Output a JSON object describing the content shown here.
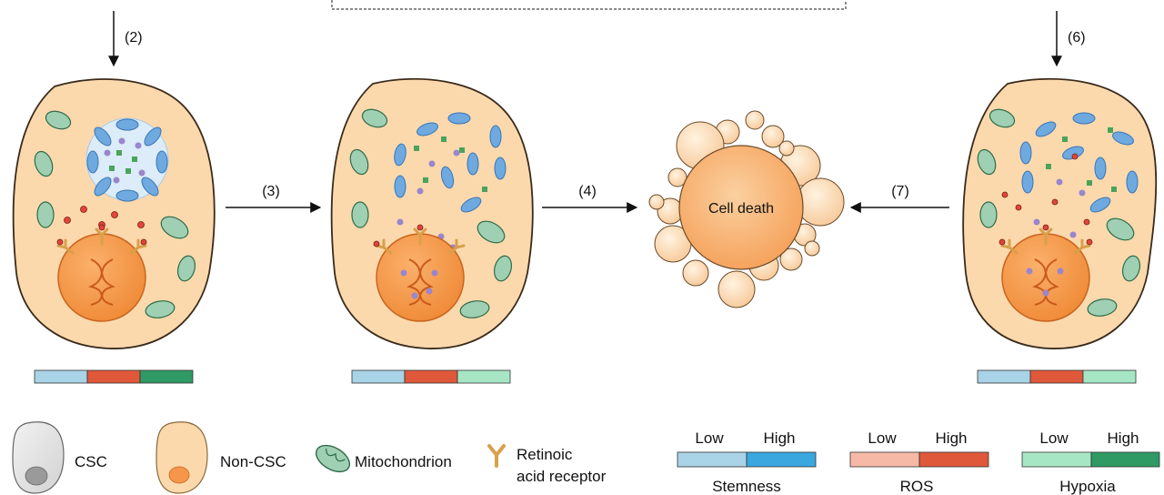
{
  "steps": {
    "s2": "(2)",
    "s3": "(3)",
    "s4": "(4)",
    "s6": "(6)",
    "s7": "(7)"
  },
  "center": {
    "label": "Cell death"
  },
  "legend": {
    "csc": "CSC",
    "non_csc": "Non-CSC",
    "mitochondrion": "Mitochondrion",
    "receptor_line1": "Retinoic",
    "receptor_line2": "acid receptor"
  },
  "scales": [
    {
      "low": "Low",
      "high": "High",
      "name": "Stemness",
      "low_color": "#a9d3e6",
      "high_color": "#3aa7df"
    },
    {
      "low": "Low",
      "high": "High",
      "name": "ROS",
      "low_color": "#f6b9a6",
      "high_color": "#e0583a"
    },
    {
      "low": "Low",
      "high": "High",
      "name": "Hypoxia",
      "low_color": "#a6e6c4",
      "high_color": "#2f9a64"
    }
  ],
  "status_bars": [
    [
      "stemness-low",
      "ros-high",
      "hypoxia-high"
    ],
    [
      "stemness-low",
      "ros-high",
      "hypoxia-low"
    ],
    [
      "stemness-low",
      "ros-high",
      "hypoxia-low"
    ]
  ],
  "colors": {
    "cell_fill": "#fbd9ad",
    "cell_stroke": "#3a2a1a",
    "nucleus": "#f5964a",
    "dna": "#c85a1c",
    "mito": "#9fd0b3",
    "vesicle": "#9cc7ee",
    "vesicle_ring": "#dcecf8",
    "green_dot": "#4aa35b",
    "purple_dot": "#9a86cc",
    "red_dot": "#e0463a",
    "receptor": "#e9b15a",
    "bubble": "#fbd9ad"
  }
}
